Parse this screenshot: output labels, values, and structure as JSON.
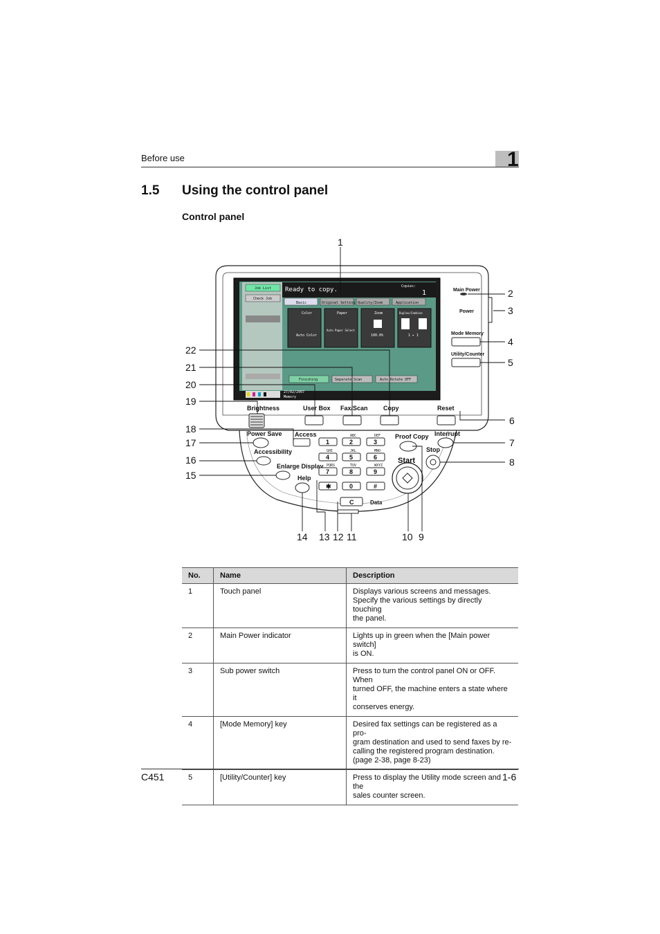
{
  "header": {
    "section": "Before use",
    "chapter": "1"
  },
  "section": {
    "number": "1.5",
    "title": "Using the control panel"
  },
  "subheading": "Control panel",
  "figure": {
    "callouts": [
      "1",
      "2",
      "3",
      "4",
      "5",
      "6",
      "7",
      "8",
      "9",
      "10",
      "11",
      "12",
      "13",
      "14",
      "15",
      "16",
      "17",
      "18",
      "19",
      "20",
      "21",
      "22"
    ],
    "keys": {
      "main_power": "Main Power",
      "power": "Power",
      "mode_memory": "Mode Memory",
      "utility": "Utility/Counter",
      "brightness": "Brightness",
      "user_box": "User Box",
      "fax_scan": "Fax/Scan",
      "copy": "Copy",
      "reset": "Reset",
      "access": "Access",
      "interrupt": "Interrupt",
      "power_save": "Power Save",
      "proof_copy": "Proof Copy",
      "accessibility": "Accessibility",
      "stop": "Stop",
      "start": "Start",
      "enlarge_display": "Enlarge Display",
      "help": "Help",
      "data": "Data",
      "clear": "C",
      "keypad": [
        "1",
        "2",
        "3",
        "4",
        "5",
        "6",
        "7",
        "8",
        "9",
        "✱",
        "0",
        "#"
      ],
      "keypad_letters": [
        "ABC",
        "DEF",
        "GHI",
        "JKL",
        "MNO",
        "PQRS",
        "TUV",
        "WXYZ"
      ]
    },
    "screen": {
      "message": "Ready to copy.",
      "copies_label": "Copies:",
      "copies": "1",
      "job_list": "Job List",
      "check_job": "Check Job",
      "tabs": [
        "Basic",
        "Original Setting",
        "Quality/Zoom",
        "Application"
      ],
      "tiles": [
        "Color",
        "Paper",
        "Zoom",
        "Duplex/Combine"
      ],
      "tile_values": [
        "Auto Color",
        "Auto Paper Select",
        "100.0%",
        "1 ▸ 1"
      ],
      "bottom_buttons": [
        "Finishing",
        "Separate Scan",
        "Auto Rotate OFF"
      ],
      "date": "27/02/2007",
      "memory": "Memory"
    }
  },
  "table": {
    "headers": [
      "No.",
      "Name",
      "Description"
    ],
    "rows": [
      {
        "no": "1",
        "name": "Touch panel",
        "desc": [
          "Displays various screens and messages.",
          "Specify the various settings by directly touching",
          "the panel."
        ]
      },
      {
        "no": "2",
        "name": "Main Power indicator",
        "desc": [
          "Lights up in green when the [Main power switch]",
          "is ON."
        ]
      },
      {
        "no": "3",
        "name": "Sub power switch",
        "desc": [
          "Press to turn the control panel ON or OFF. When",
          "turned OFF, the machine enters a state where it",
          "conserves energy."
        ]
      },
      {
        "no": "4",
        "name": "[Mode Memory] key",
        "desc": [
          "Desired fax settings can be registered as a pro-",
          "gram destination and used to send faxes by re-",
          "calling the registered program destination.",
          "(page 2-38, page 8-23)"
        ]
      },
      {
        "no": "5",
        "name": "[Utility/Counter] key",
        "desc": [
          "Press to display the Utility mode screen and the",
          "sales counter screen."
        ]
      }
    ]
  },
  "footer": {
    "model": "C451",
    "page": "1-6"
  }
}
